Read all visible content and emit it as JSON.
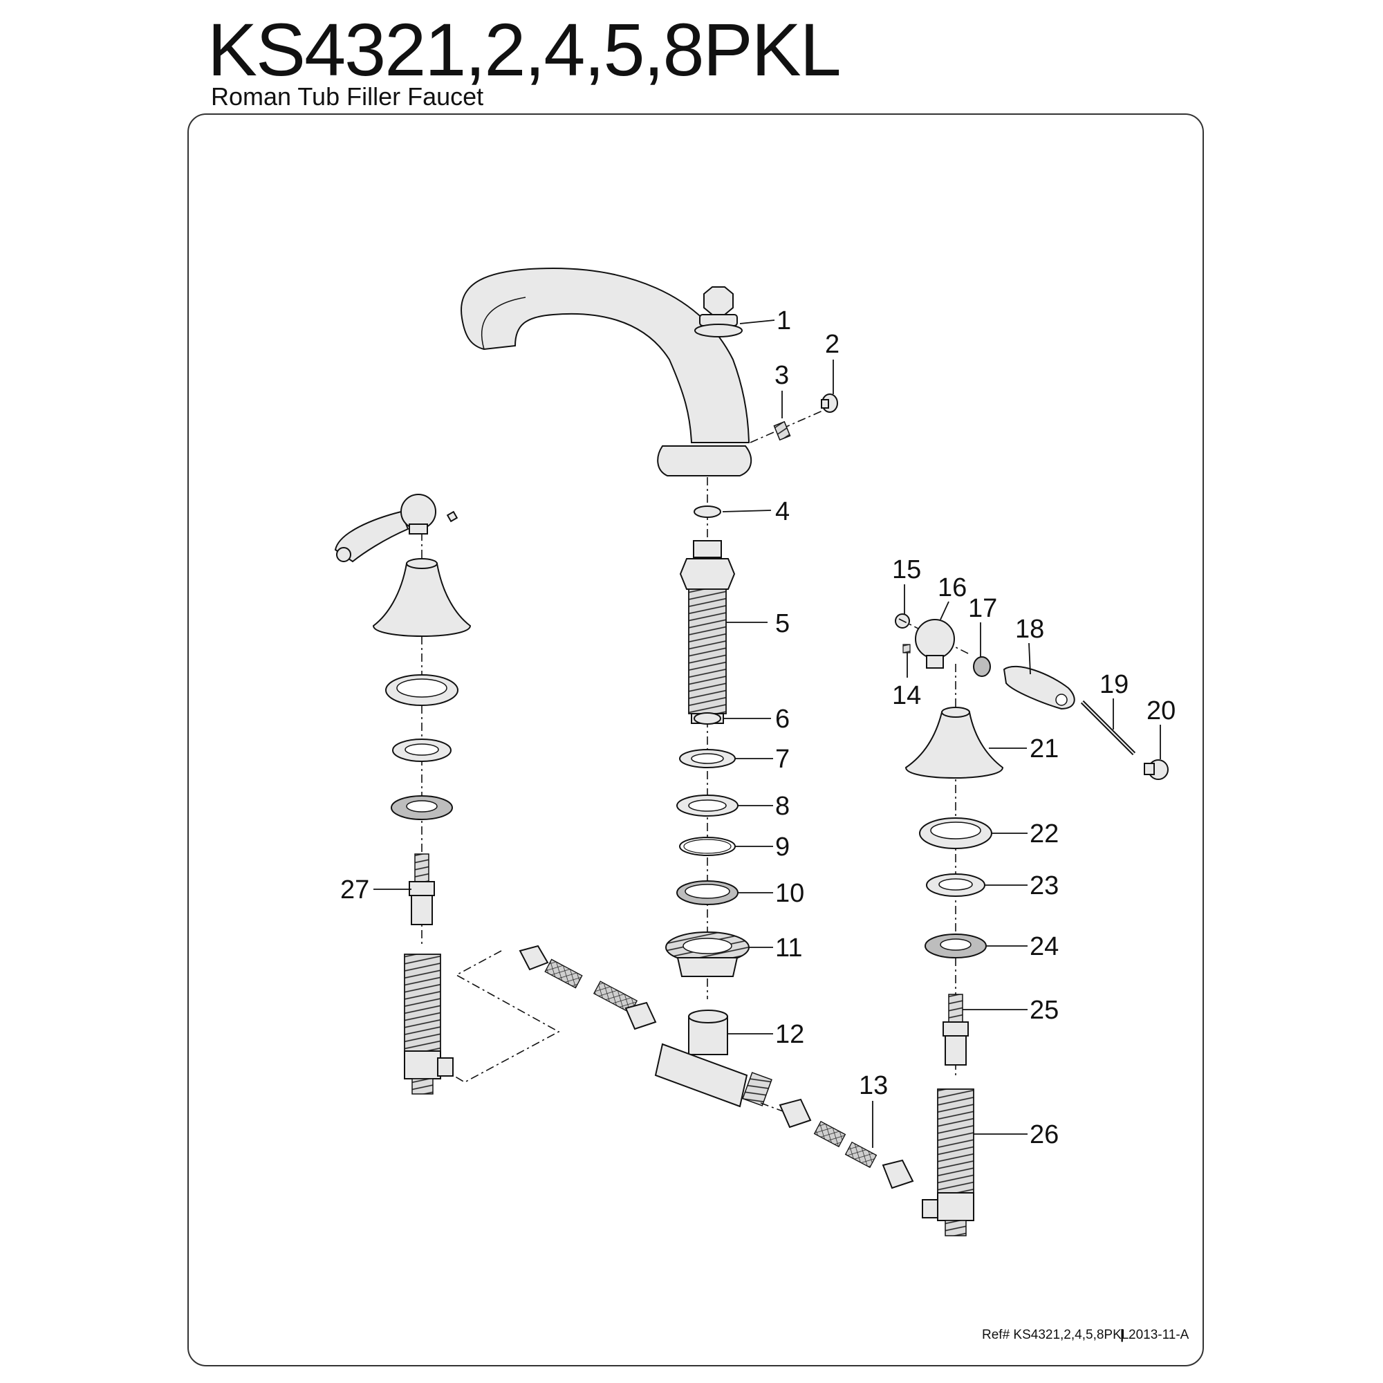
{
  "header": {
    "title": "KS4321,2,4,5,8PKL",
    "subtitle": "Roman Tub Filler Faucet"
  },
  "footer": {
    "ref_prefix": "Ref# KS4321,2,4,5,8PKL",
    "separator": "|",
    "revision": "2013-11-A"
  },
  "callouts": {
    "c1": "1",
    "c2": "2",
    "c3": "3",
    "c4": "4",
    "c5": "5",
    "c6": "6",
    "c7": "7",
    "c8": "8",
    "c9": "9",
    "c10": "10",
    "c11": "11",
    "c12": "12",
    "c13": "13",
    "c14": "14",
    "c15": "15",
    "c16": "16",
    "c17": "17",
    "c18": "18",
    "c19": "19",
    "c20": "20",
    "c21": "21",
    "c22": "22",
    "c23": "23",
    "c24": "24",
    "c25": "25",
    "c26": "26",
    "c27": "27"
  }
}
